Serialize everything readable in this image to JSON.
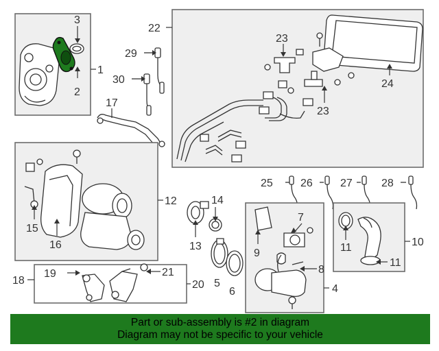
{
  "callouts": {
    "c1": "1",
    "c2": "2",
    "c3": "3",
    "c4": "4",
    "c5": "5",
    "c6": "6",
    "c7": "7",
    "c8": "8",
    "c9": "9",
    "c10": "10",
    "c11a": "11",
    "c11b": "11",
    "c12": "12",
    "c13": "13",
    "c14": "14",
    "c15": "15",
    "c16": "16",
    "c17": "17",
    "c18": "18",
    "c19": "19",
    "c20": "20",
    "c21": "21",
    "c22": "22",
    "c23a": "23",
    "c23b": "23",
    "c24": "24",
    "c25": "25",
    "c26": "26",
    "c27": "27",
    "c28": "28",
    "c29": "29",
    "c30": "30"
  },
  "highlight": {
    "part": "2",
    "color": "#1e7a1e"
  },
  "banner": {
    "line1": "Part or sub-assembly is #2 in diagram",
    "line2": "Diagram may not be specific to your vehicle",
    "background": "#1e7a1e"
  }
}
